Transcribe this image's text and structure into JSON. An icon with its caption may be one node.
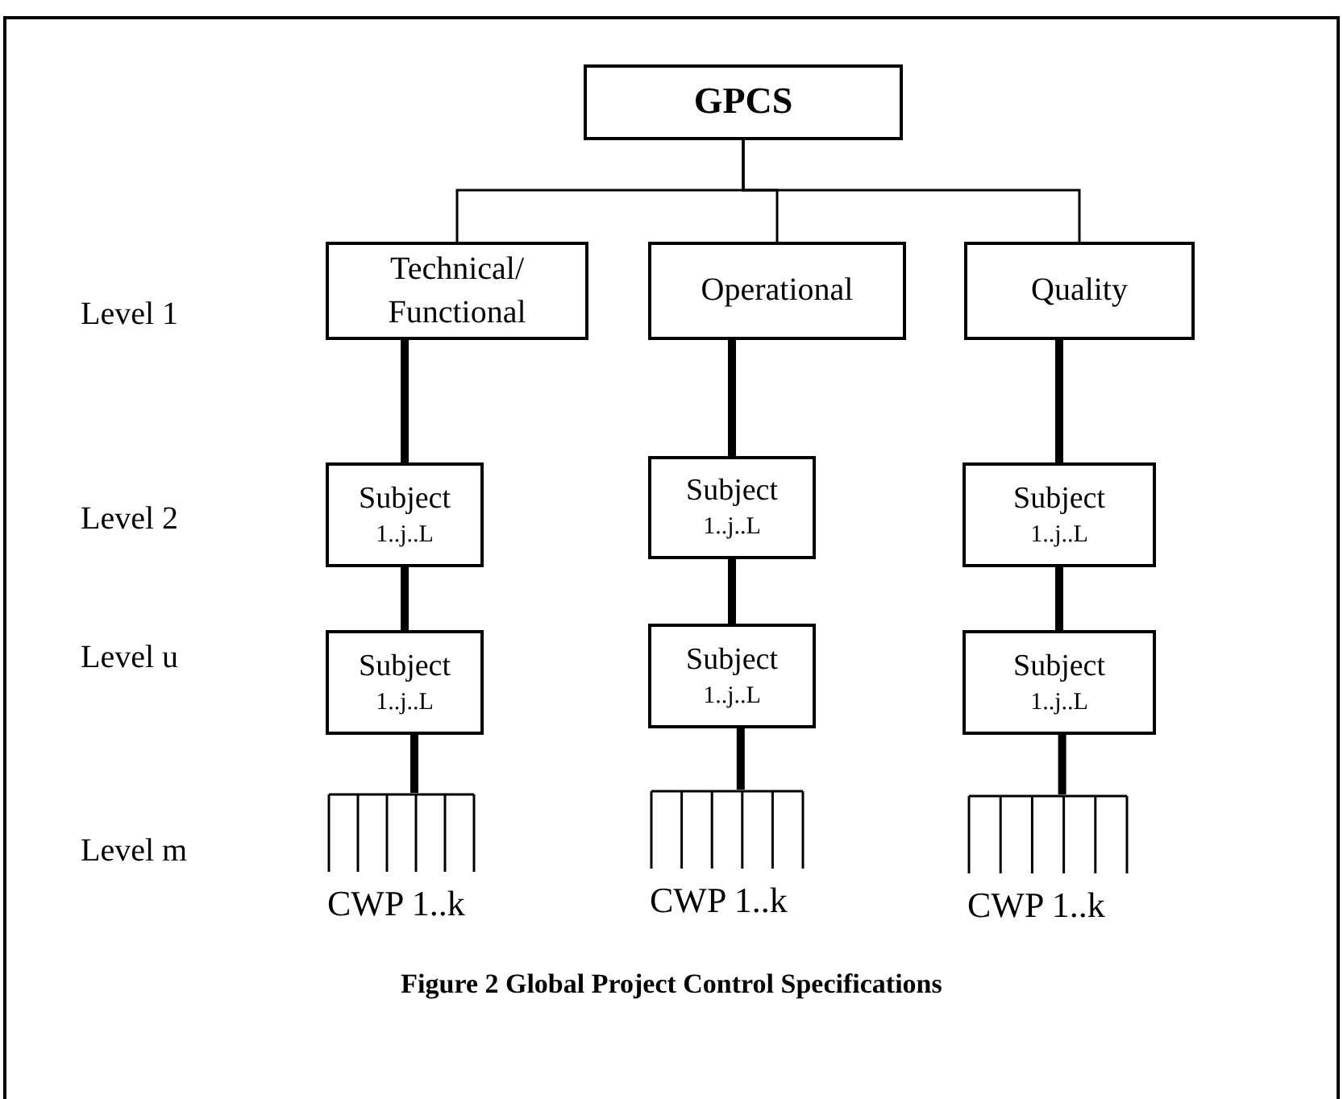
{
  "diagram": {
    "caption": "Figure 2 Global Project Control Specifications",
    "nodes": [
      {
        "text": [
          "GPCS"
        ]
      },
      {
        "text": [
          "Technical/ Functional"
        ]
      },
      {
        "text": [
          "Operational"
        ]
      },
      {
        "text": [
          "Quality"
        ]
      },
      {
        "text": [
          "Subject",
          "1..j..L"
        ]
      },
      {
        "text": [
          "Subject",
          "1..j..L"
        ]
      },
      {
        "text": [
          "Subject",
          "1..j..L"
        ]
      },
      {
        "text": [
          "Subject",
          "1..j..L"
        ]
      },
      {
        "text": [
          "Subject",
          "1..j..L"
        ]
      },
      {
        "text": [
          "Subject",
          "1..j..L"
        ]
      },
      {
        "text": [
          "CWP 1..k"
        ]
      },
      {
        "text": [
          "CWP 1..k"
        ]
      },
      {
        "text": [
          "CWP 1..k"
        ]
      }
    ],
    "edges": [
      {
        "from": 0,
        "to": 1,
        "arrow": "none"
      },
      {
        "from": 0,
        "to": 2,
        "arrow": "none"
      },
      {
        "from": 0,
        "to": 3,
        "arrow": "none"
      },
      {
        "from": 1,
        "to": 4,
        "arrow": "none"
      },
      {
        "from": 4,
        "to": 5,
        "arrow": "none"
      },
      {
        "from": 5,
        "to": 10,
        "arrow": "none"
      },
      {
        "from": 2,
        "to": 6,
        "arrow": "none"
      },
      {
        "from": 6,
        "to": 7,
        "arrow": "none"
      },
      {
        "from": 7,
        "to": 11,
        "arrow": "none"
      },
      {
        "from": 3,
        "to": 8,
        "arrow": "none"
      },
      {
        "from": 8,
        "to": 9,
        "arrow": "none"
      },
      {
        "from": 9,
        "to": 12,
        "arrow": "none"
      }
    ],
    "labels": [
      "Level 1",
      "Level 2",
      "Level u",
      "Level m"
    ]
  }
}
